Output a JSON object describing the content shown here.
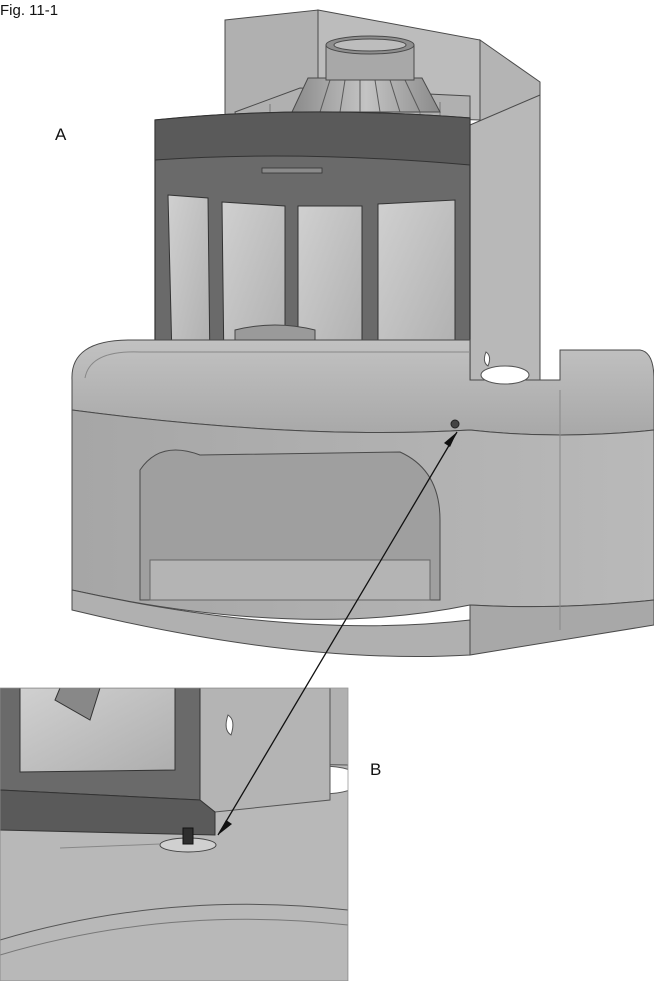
{
  "figure": {
    "title": "Fig. 11-1",
    "label_a": "A",
    "label_b": "B"
  },
  "colors": {
    "background": "#ffffff",
    "body_light": "#b8b8b8",
    "body_mid": "#9e9e9e",
    "body_dark": "#6b6b6b",
    "frame_dark": "#555555",
    "glass": "#c4c4c4",
    "outline": "#4a4a4a"
  }
}
